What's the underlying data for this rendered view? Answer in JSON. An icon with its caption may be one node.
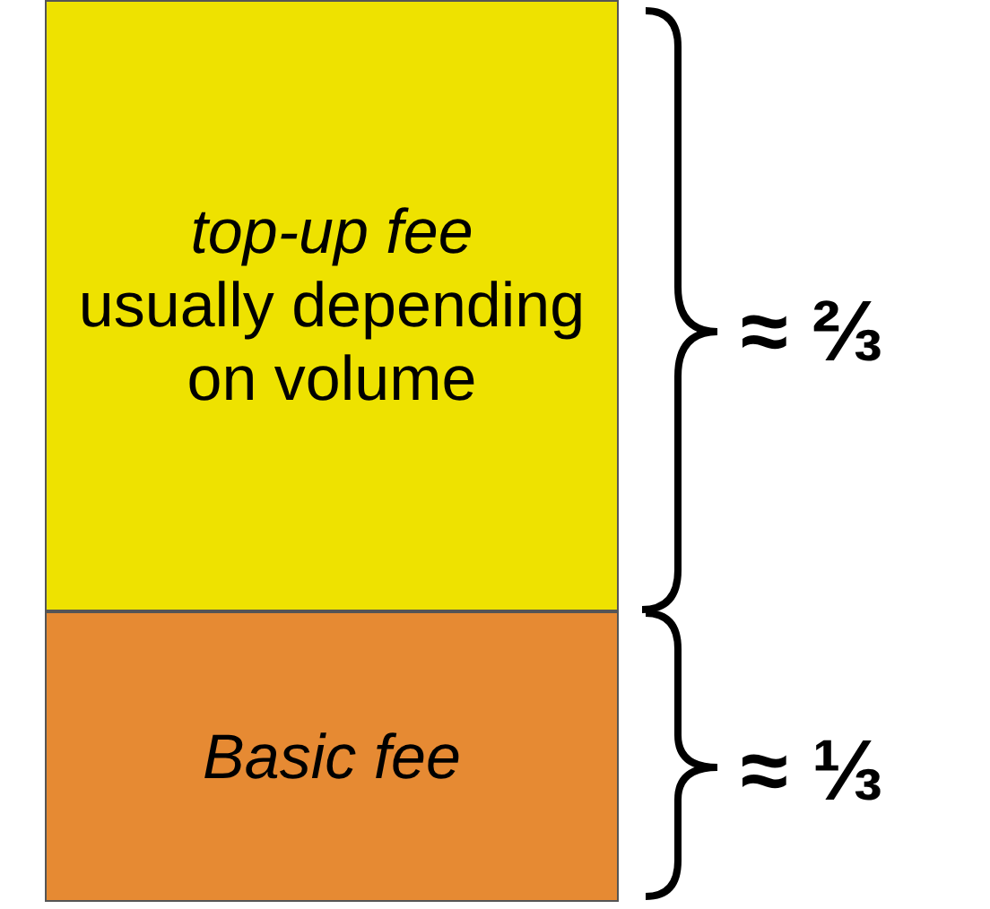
{
  "diagram": {
    "nodes": [
      {
        "text": [
          "top-up fee",
          "usually depending on volume"
        ]
      },
      {
        "text": [
          "Basic fee"
        ]
      }
    ],
    "edges": [],
    "labels": [
      "≈ ⅔",
      "≈ ⅓"
    ]
  }
}
